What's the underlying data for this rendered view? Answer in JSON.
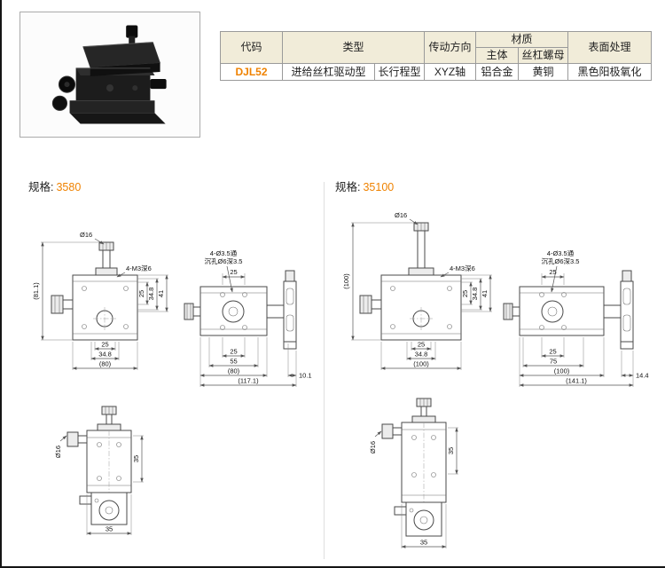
{
  "page": {
    "accent_color": "#ef8200",
    "table_header_bg": "#f1ecd9"
  },
  "spec_table": {
    "headers": {
      "code": "代码",
      "type": "类型",
      "direction": "传动方向",
      "material": "材质",
      "material_body": "主体",
      "material_nut": "丝杠螺母",
      "surface": "表面处理"
    },
    "row": {
      "code": "DJL52",
      "type_drive": "进给丝杠驱动型",
      "type_stroke": "长行程型",
      "direction": "XYZ轴",
      "material_body": "铝合金",
      "material_nut": "黄铜",
      "surface": "黑色阳极氧化"
    }
  },
  "sections": [
    {
      "spec_label": "规格:",
      "spec_value": "3580",
      "front": {
        "knob_dia": "Ø16",
        "overall_height": "(81.1)",
        "tap_holes": "4-M3深6",
        "dim_v1": "25",
        "dim_v2": "34.8",
        "dim_v3": "41",
        "dim_h1": "25",
        "dim_h2": "34.8",
        "dim_h3": "(80)"
      },
      "side": {
        "thru_holes_1": "4-Ø3.5通",
        "thru_holes_2": "沉孔Ø6深3.5",
        "dim_top": "25",
        "dim_b1": "25",
        "dim_b2": "55",
        "dim_b3": "(80)",
        "dim_b4": "(117.1)",
        "dim_right": "10.1"
      },
      "bottom": {
        "knob_dia": "Ø16",
        "dim_v": "35",
        "dim_h": "35"
      }
    },
    {
      "spec_label": "规格:",
      "spec_value": "35100",
      "front": {
        "knob_dia": "Ø16",
        "overall_height": "(100)",
        "tap_holes": "4-M3深6",
        "dim_v1": "25",
        "dim_v2": "34.8",
        "dim_v3": "41",
        "dim_h1": "25",
        "dim_h2": "34.8",
        "dim_h3": "(100)"
      },
      "side": {
        "thru_holes_1": "4-Ø3.5通",
        "thru_holes_2": "沉孔Ø6深3.5",
        "dim_top": "25",
        "dim_b1": "25",
        "dim_b2": "75",
        "dim_b3": "(100)",
        "dim_b4": "(141.1)",
        "dim_right": "14.4"
      },
      "bottom": {
        "knob_dia": "Ø16",
        "dim_v": "35",
        "dim_h": "35"
      }
    }
  ]
}
